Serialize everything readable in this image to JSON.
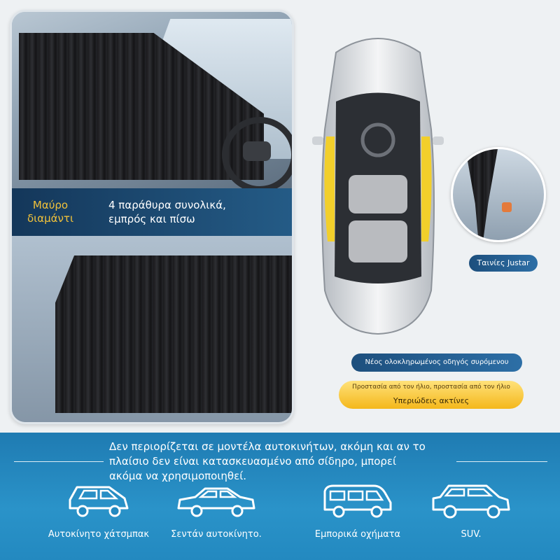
{
  "banner": {
    "label_line1": "Μαύρο",
    "label_line2": "διαμάντι",
    "text_line1": "4 παράθυρα συνολικά,",
    "text_line2": "εμπρός και πίσω"
  },
  "callouts": {
    "justar": "Ταινίες Justar",
    "slider": "Νέος ολοκληρωμένος οδηγός συρόμενου",
    "sun_protection": "Προστασία από τον ήλιο, προστασία από τον ήλιο",
    "uv": "Υπεριώδεις ακτίνες"
  },
  "description": {
    "line1": "Δεν περιορίζεται σε μοντέλα αυτοκινήτων, ακόμη και αν το",
    "line2": "πλαίσιο δεν είναι κατασκευασμένο από σίδηρο, μπορεί",
    "line3": "ακόμα να χρησιμοποιηθεί."
  },
  "vehicles": [
    {
      "label": "Αυτοκίνητο χάτσμπακ",
      "icon": "hatchback-icon"
    },
    {
      "label": "Σεντάν αυτοκίνητο.",
      "icon": "sedan-icon"
    },
    {
      "label": "Εμπορικά οχήματα",
      "icon": "van-icon"
    },
    {
      "label": "SUV.",
      "icon": "suv-icon"
    }
  ],
  "colors": {
    "accent_yellow": "#f2c23a",
    "banner_blue": "#14375a",
    "bottom_blue": "#2a93c9"
  }
}
